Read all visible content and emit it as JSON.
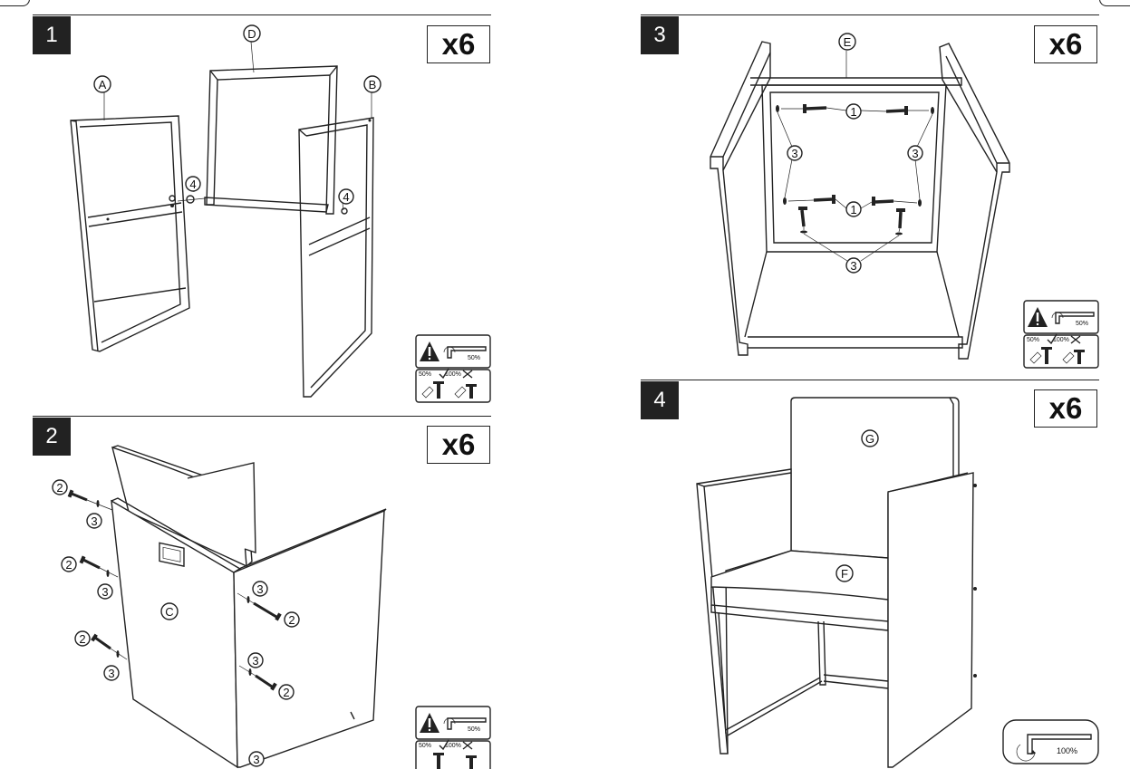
{
  "steps": [
    {
      "number": "1",
      "qty": "x6"
    },
    {
      "number": "2",
      "qty": "x6"
    },
    {
      "number": "3",
      "qty": "x6"
    },
    {
      "number": "4",
      "qty": "x6"
    }
  ],
  "parts": {
    "A": "A",
    "B": "B",
    "C": "C",
    "D": "D",
    "E": "E",
    "F": "F",
    "G": "G"
  },
  "hardware": {
    "bolt": "1",
    "screw": "2",
    "washer": "3",
    "spacer": "4"
  },
  "torque": {
    "partial": "50%",
    "full": "100%"
  },
  "icons": {
    "warning": "warning-triangle-icon",
    "hex_key": "hex-key-icon",
    "check": "check-mark-icon",
    "cross": "cross-mark-icon"
  }
}
